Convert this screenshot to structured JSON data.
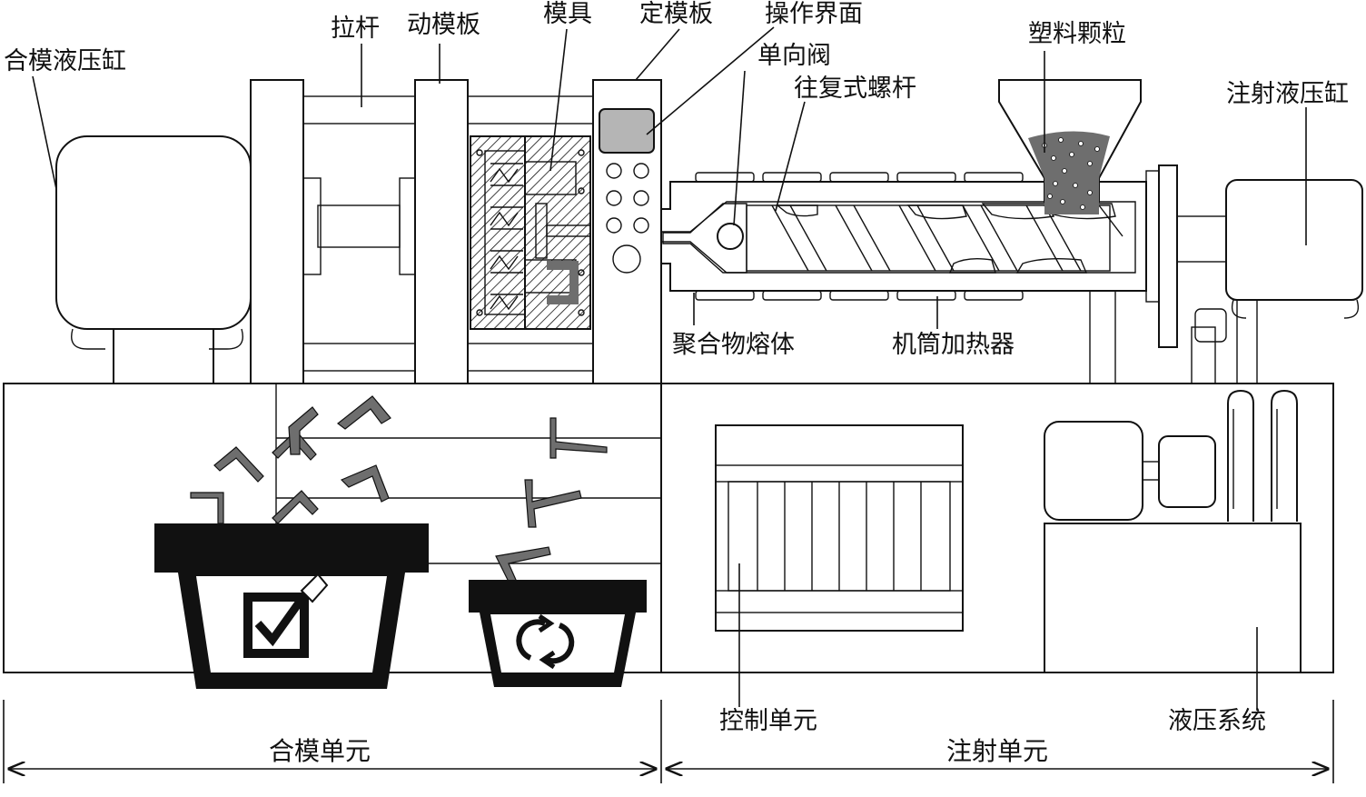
{
  "labels": {
    "clamp_cylinder": "合模液压缸",
    "tie_bar": "拉杆",
    "moving_platen": "动模板",
    "mold": "模具",
    "fixed_platen": "定模板",
    "operation_panel": "操作界面",
    "check_valve": "单向阀",
    "reciprocating_screw": "往复式螺杆",
    "plastic_pellets": "塑料颗粒",
    "injection_cylinder": "注射液压缸",
    "polymer_melt": "聚合物熔体",
    "barrel_heater": "机筒加热器",
    "control_unit": "控制单元",
    "hydraulic_system": "液压系统",
    "clamping_unit": "合模单元",
    "injection_unit": "注射单元"
  },
  "colors": {
    "ink": "#111111",
    "gray_fill": "#b5b5b5",
    "dark_fill": "#6e6e6e",
    "bar_fill": "#bdbdbd",
    "paper": "#ffffff"
  },
  "icons": {
    "good_bin": "checkmark-icon",
    "recycle_bin": "recycle-icon"
  }
}
